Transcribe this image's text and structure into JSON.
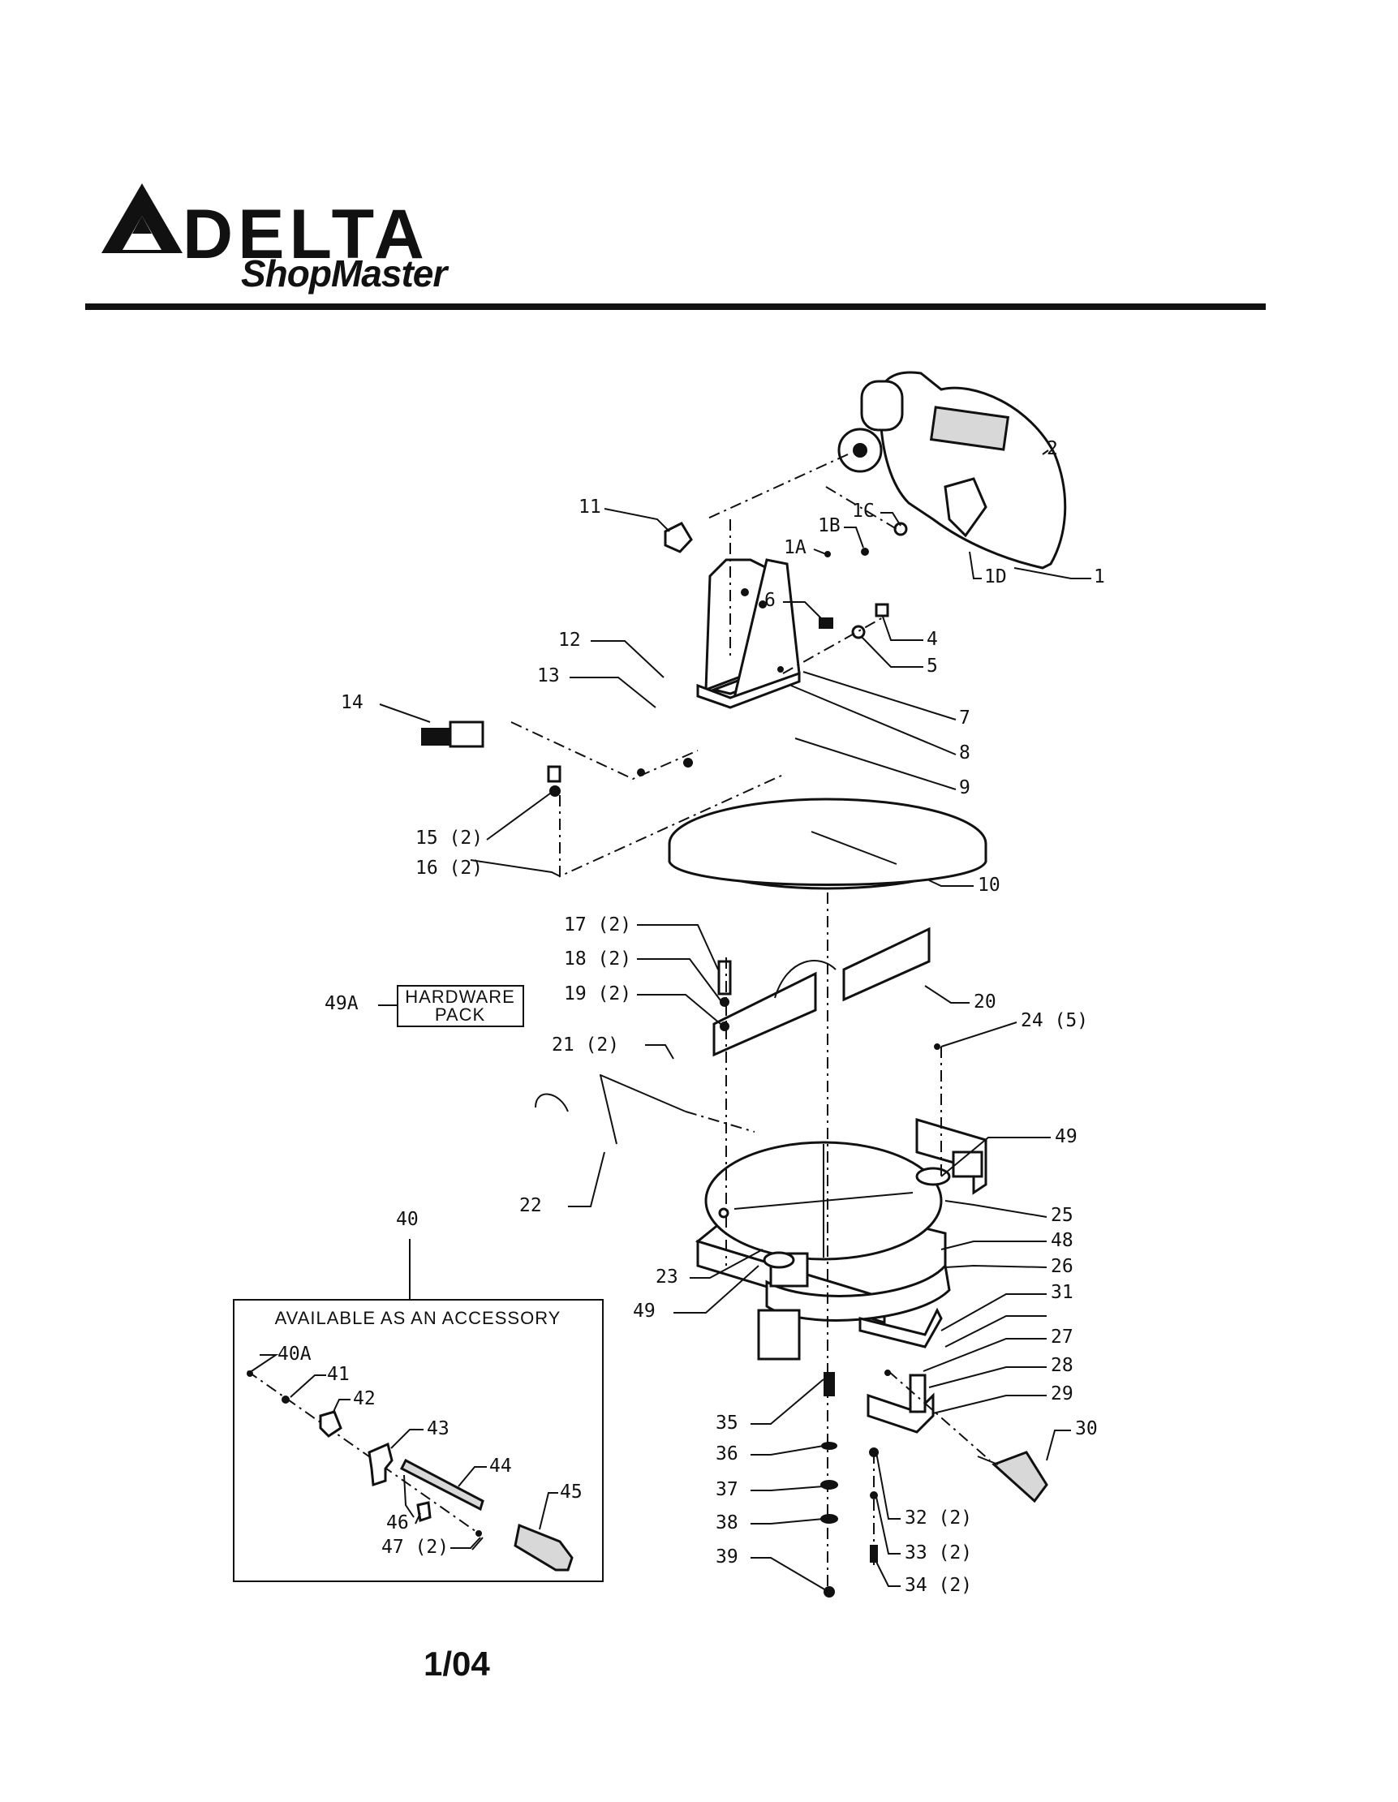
{
  "header": {
    "brand": "DELTA",
    "sub_brand": "ShopMaster"
  },
  "footer": {
    "date_code": "1/04"
  },
  "diagram": {
    "labels": {
      "p1": "1",
      "p1A": "1A",
      "p1B": "1B",
      "p1C": "1C",
      "p1D": "1D",
      "p2": "2",
      "p4": "4",
      "p5": "5",
      "p6": "6",
      "p7": "7",
      "p8": "8",
      "p9": "9",
      "p10": "10",
      "p11": "11",
      "p12": "12",
      "p13": "13",
      "p14": "14",
      "p15": "15 (2)",
      "p16": "16 (2)",
      "p17": "17 (2)",
      "p18": "18 (2)",
      "p19": "19 (2)",
      "p20": "20",
      "p21": "21 (2)",
      "p22": "22",
      "p23": "23",
      "p24": "24 (5)",
      "p25": "25",
      "p26": "26",
      "p27": "27",
      "p28": "28",
      "p29": "29",
      "p30": "30",
      "p31": "31",
      "p32": "32 (2)",
      "p33": "33 (2)",
      "p34": "34 (2)",
      "p35": "35",
      "p36": "36",
      "p37": "37",
      "p38": "38",
      "p39": "39",
      "p40": "40",
      "p40A": "40A",
      "p41": "41",
      "p42": "42",
      "p43": "43",
      "p44": "44",
      "p45": "45",
      "p46": "46",
      "p47": "47 (2)",
      "p48": "48",
      "p49a": "49",
      "p49b": "49",
      "p49A": "49A"
    },
    "hardware_pack": {
      "line1": "HARDWARE",
      "line2": "PACK"
    },
    "accessory": {
      "caption": "AVAILABLE AS AN ACCESSORY"
    }
  }
}
